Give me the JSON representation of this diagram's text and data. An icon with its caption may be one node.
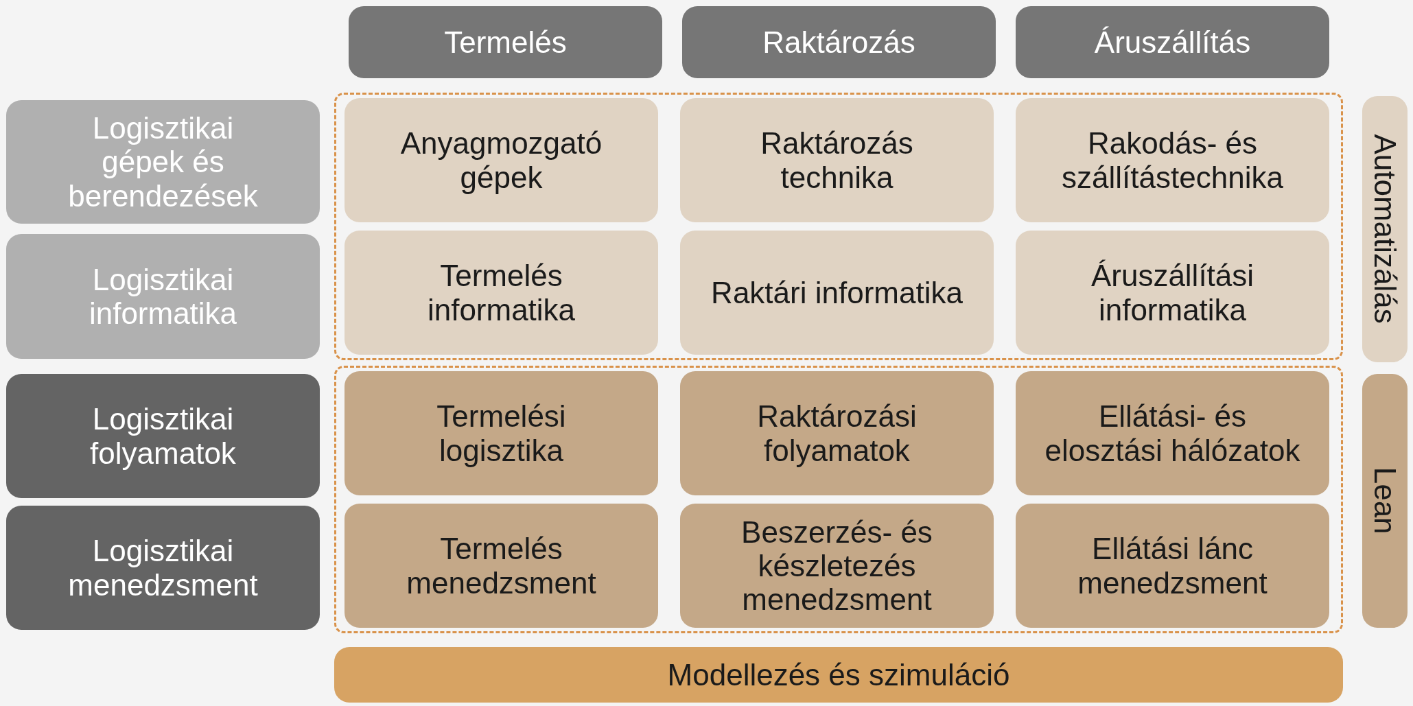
{
  "diagram": {
    "nodes": [
      {
        "text": [
          "Termelés"
        ]
      },
      {
        "text": [
          "Raktározás"
        ]
      },
      {
        "text": [
          "Áruszállítás"
        ]
      },
      {
        "text": [],
        "shape": "box"
      },
      {
        "text": [],
        "shape": "box"
      },
      {
        "text": [
          "Logisztikai gépek és berendezések"
        ]
      },
      {
        "text": [
          "Logisztikai informatika"
        ]
      },
      {
        "text": [
          "Logisztikai folyamatok"
        ]
      },
      {
        "text": [
          "Logisztikai menedzsment"
        ]
      },
      {
        "text": [
          "Anyagmozgató gépek"
        ],
        "in": 3
      },
      {
        "text": [
          "Raktározás technika"
        ],
        "in": 3
      },
      {
        "text": [
          "Rakodás- és szállítástechnika"
        ],
        "in": 3
      },
      {
        "text": [
          "Termelés informatika"
        ],
        "in": 3
      },
      {
        "text": [
          "Raktári informatika"
        ],
        "in": 3
      },
      {
        "text": [
          "Áruszállítási informatika"
        ],
        "in": 3
      },
      {
        "text": [
          "Termelési logisztika"
        ],
        "in": 4
      },
      {
        "text": [
          "Raktározási folyamatok"
        ],
        "in": 4
      },
      {
        "text": [
          "Ellátási- és elosztási hálózatok"
        ],
        "in": 4
      },
      {
        "text": [
          "Termelés menedzsment"
        ],
        "in": 4
      },
      {
        "text": [
          "Beszerzés- és készletezés menedzsment"
        ],
        "in": 4
      },
      {
        "text": [
          "Ellátási lánc menedzsment"
        ],
        "in": 4
      },
      {
        "text": [
          "Automatizálás"
        ]
      },
      {
        "text": [
          "Lean"
        ]
      },
      {
        "text": [
          "Modellezés és szimuláció"
        ]
      }
    ]
  }
}
